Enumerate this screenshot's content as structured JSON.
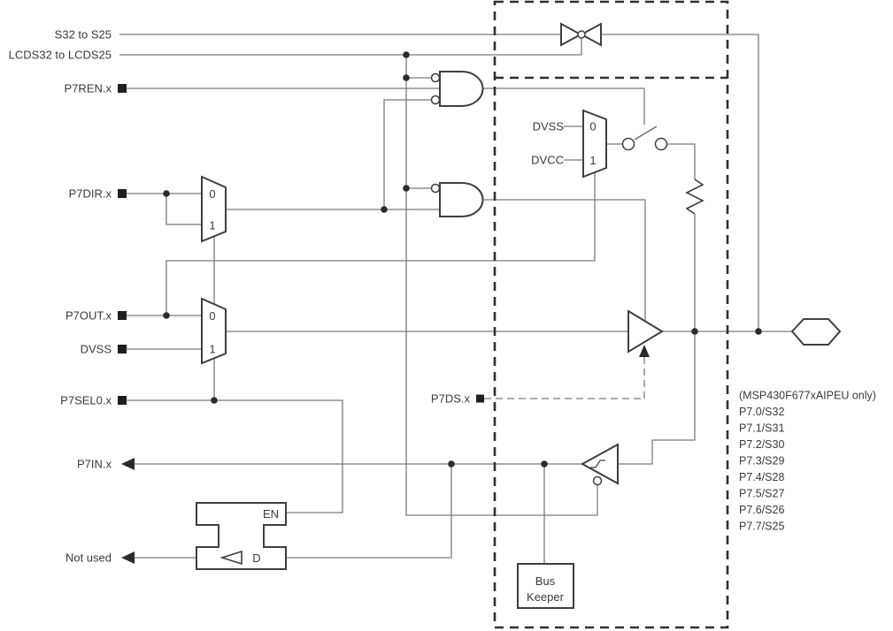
{
  "diagram_type": "port-pin-schematic",
  "signals": {
    "s32": "S32 to S25",
    "lcds32": "LCDS32 to LCDS25",
    "p7ren": "P7REN.x",
    "p7dir": "P7DIR.x",
    "p7out": "P7OUT.x",
    "dvss_in": "DVSS",
    "p7sel0": "P7SEL0.x",
    "p7in": "P7IN.x",
    "not_used": "Not used",
    "p7ds": "P7DS.x"
  },
  "mux_labels": {
    "in0": "0",
    "in1": "1"
  },
  "pull_mux": {
    "dvss": "DVSS",
    "dvcc": "DVCC"
  },
  "latch": {
    "en": "EN",
    "d": "D"
  },
  "bus_keeper": {
    "line1": "Bus",
    "line2": "Keeper"
  },
  "pin_list": {
    "note": "(MSP430F677xAIPEU only)",
    "pins": [
      "P7.0/S32",
      "P7.1/S31",
      "P7.2/S30",
      "P7.3/S29",
      "P7.4/S28",
      "P7.5/S27",
      "P7.6/S26",
      "P7.7/S25"
    ]
  },
  "colors": {
    "background": "#ffffff",
    "wire": "#7b7b7b",
    "component_outline": "#3f3f3f",
    "dashed_boundary": "#303030",
    "text": "#3a3a3a"
  }
}
